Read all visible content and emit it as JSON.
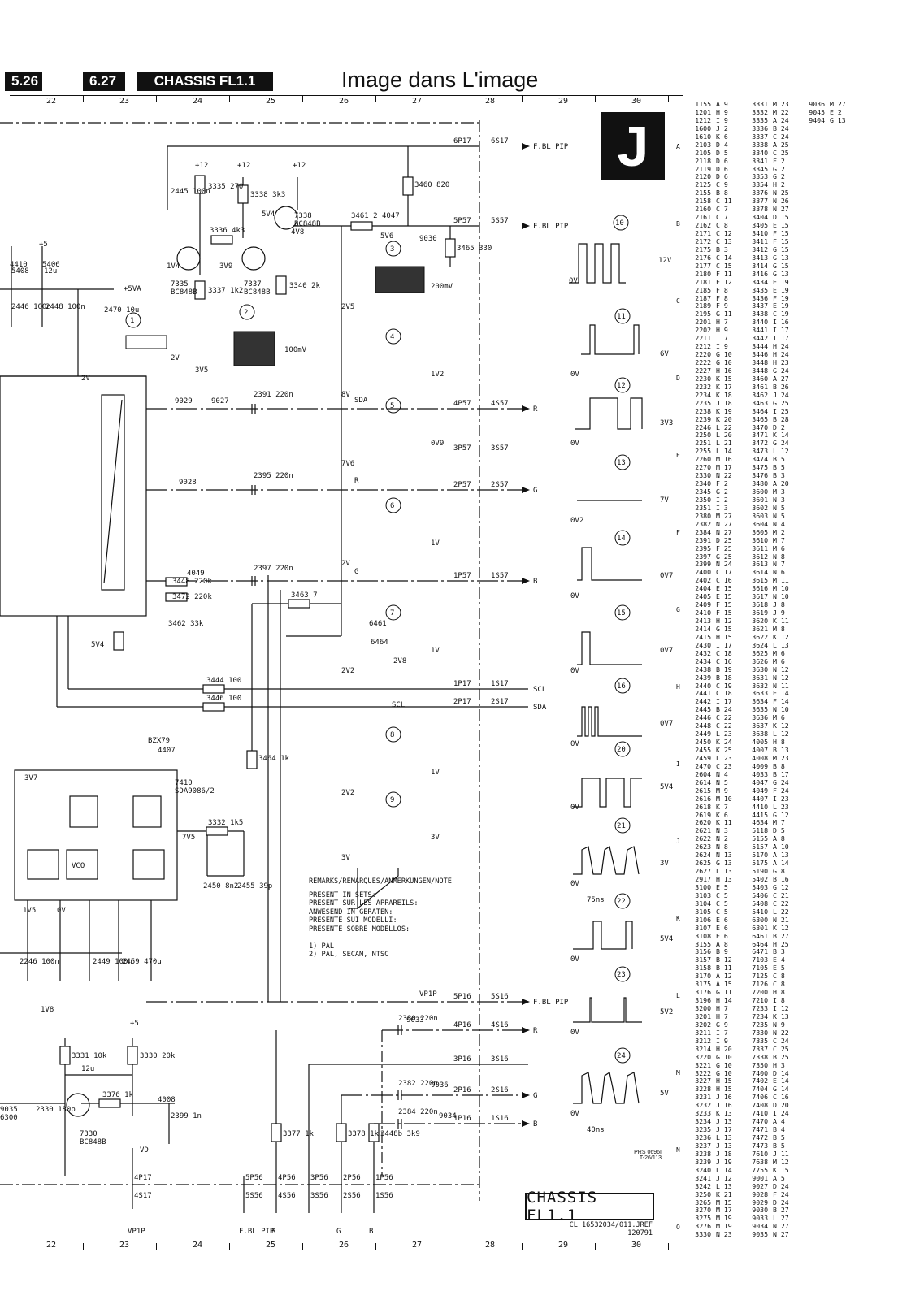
{
  "header": {
    "prev_page": "5.26",
    "page_num": "6.27",
    "chassis": "CHASSIS FL1.1",
    "title": "Image dans L'image"
  },
  "ruler_labels": [
    "22",
    "23",
    "24",
    "25",
    "26",
    "27",
    "28",
    "29",
    "30"
  ],
  "sheet_letter": "J",
  "components": {
    "transistors": [
      {
        "ref": "7335",
        "type": "BC848B"
      },
      {
        "ref": "7337",
        "type": "BC848B"
      },
      {
        "ref": "7338",
        "type": "BC848B"
      },
      {
        "ref": "7330",
        "type": "BC848B"
      }
    ],
    "ic": {
      "ref": "7410",
      "type": "SDA9086/2",
      "blocks": [
        "VCO"
      ]
    },
    "resistors": [
      {
        "ref": "3335",
        "value": "270"
      },
      {
        "ref": "3338",
        "value": "3k3"
      },
      {
        "ref": "3336",
        "value": "4k3"
      },
      {
        "ref": "3337",
        "value": "1k2"
      },
      {
        "ref": "3340",
        "value": "2k"
      },
      {
        "ref": "3460",
        "value": "820"
      },
      {
        "ref": "3461",
        "value": "2"
      },
      {
        "ref": "3465",
        "value": "330"
      },
      {
        "ref": "3448",
        "value": "220k"
      },
      {
        "ref": "3472",
        "value": "220k"
      },
      {
        "ref": "3463",
        "value": "7"
      },
      {
        "ref": "3444",
        "value": "100"
      },
      {
        "ref": "3446",
        "value": "100"
      },
      {
        "ref": "3464",
        "value": "1k"
      },
      {
        "ref": "3462",
        "value": "33k"
      },
      {
        "ref": "3332",
        "value": "1k5"
      },
      {
        "ref": "3331",
        "value": "10k"
      },
      {
        "ref": "3330",
        "value": "20k"
      },
      {
        "ref": "3376",
        "value": "1k"
      },
      {
        "ref": "3377",
        "value": "1k"
      },
      {
        "ref": "3378",
        "value": "1k"
      },
      {
        "ref": "3448b",
        "value": "3k9"
      }
    ],
    "capacitors": [
      {
        "ref": "2445",
        "value": "100n"
      },
      {
        "ref": "2446",
        "value": "100n"
      },
      {
        "ref": "2448",
        "value": "100n"
      },
      {
        "ref": "2470",
        "value": "10u"
      },
      {
        "ref": "2391",
        "value": "220n"
      },
      {
        "ref": "2395",
        "value": "220n"
      },
      {
        "ref": "2397",
        "value": "220n"
      },
      {
        "ref": "2450",
        "value": "8n2"
      },
      {
        "ref": "2455",
        "value": "39p"
      },
      {
        "ref": "2246",
        "value": "100n"
      },
      {
        "ref": "2449",
        "value": "100n"
      },
      {
        "ref": "2459",
        "value": "470u"
      },
      {
        "ref": "2330",
        "value": "180p"
      },
      {
        "ref": "2399",
        "value": "1n"
      },
      {
        "ref": "2380",
        "value": "220n"
      },
      {
        "ref": "2382",
        "value": "220n"
      },
      {
        "ref": "2384",
        "value": "220n"
      }
    ],
    "misc_labels": [
      "+12",
      "+12",
      "+12",
      "+5VA",
      "+5",
      "+5",
      "5V4",
      "4V8",
      "3V9",
      "1V4",
      "5V6",
      "9030",
      "9029",
      "9027",
      "9028",
      "4049",
      "4047",
      "6461",
      "6464",
      "BZX79",
      "4407",
      "1V8",
      "4410",
      "5406",
      "5408",
      "12u",
      "12u",
      "4008",
      "VD",
      "VP1P",
      "9033",
      "9036",
      "9034",
      "9035",
      "6300",
      "7V5",
      "3V7",
      "1V5",
      "0V",
      "5V4",
      "2V8",
      "SCL",
      "SDA",
      "R",
      "G",
      "B"
    ]
  },
  "connectors": {
    "right_top": [
      {
        "pin": "6P17",
        "plug": "6S17",
        "signal": "F.BL PIP"
      },
      {
        "pin": "5P57",
        "plug": "5S57",
        "signal": "F.BL PIP"
      },
      {
        "pin": "4P57",
        "plug": "4S57",
        "signal": "R"
      },
      {
        "pin": "3P57",
        "plug": "3S57",
        "signal": ""
      },
      {
        "pin": "2P57",
        "plug": "2S57",
        "signal": "G"
      },
      {
        "pin": "1P57",
        "plug": "1S57",
        "signal": "B"
      },
      {
        "pin": "1P17",
        "plug": "1S17",
        "signal": "SCL"
      },
      {
        "pin": "2P17",
        "plug": "2S17",
        "signal": "SDA"
      }
    ],
    "right_bottom": [
      {
        "pin": "5P16",
        "plug": "5S16",
        "signal": "F.BL PIP"
      },
      {
        "pin": "4P16",
        "plug": "4S16",
        "signal": "R"
      },
      {
        "pin": "3P16",
        "plug": "3S16",
        "signal": ""
      },
      {
        "pin": "2P16",
        "plug": "2S16",
        "signal": "G"
      },
      {
        "pin": "1P16",
        "plug": "1S16",
        "signal": "B"
      }
    ],
    "bottom": [
      {
        "pin": "4P17",
        "plug": "4S17",
        "signal": "VP1P"
      },
      {
        "pin": "5P56",
        "plug": "5S56",
        "signal": "F.BL PIP"
      },
      {
        "pin": "4P56",
        "plug": "4S56",
        "signal": "R"
      },
      {
        "pin": "3P56",
        "plug": "3S56",
        "signal": ""
      },
      {
        "pin": "2P56",
        "plug": "2S56",
        "signal": "G"
      },
      {
        "pin": "1P56",
        "plug": "1S56",
        "signal": "B"
      }
    ]
  },
  "waveforms": [
    {
      "id": "1",
      "amp": "2V",
      "base": "2V"
    },
    {
      "id": "2",
      "amp": "100mV",
      "base": "3V5"
    },
    {
      "id": "3",
      "amp": "200mV",
      "base": "2V5"
    },
    {
      "id": "4",
      "amp": "1V2",
      "base": "8V"
    },
    {
      "id": "5",
      "amp": "0V9",
      "base": "7V6"
    },
    {
      "id": "6",
      "amp": "1V",
      "base": "2V"
    },
    {
      "id": "7",
      "amp": "1V",
      "base": "2V2"
    },
    {
      "id": "8",
      "amp": "1V",
      "base": "2V2"
    },
    {
      "id": "9",
      "amp": "3V",
      "base": "3V"
    },
    {
      "id": "10",
      "amp": "12V",
      "base": "0V"
    },
    {
      "id": "11",
      "amp": "6V",
      "base": "0V"
    },
    {
      "id": "12",
      "amp": "3V3",
      "base": "0V"
    },
    {
      "id": "13",
      "amp": "7V",
      "base": "0V2"
    },
    {
      "id": "14",
      "amp": "0V7",
      "base": "0V"
    },
    {
      "id": "15",
      "amp": "0V7",
      "base": "0V"
    },
    {
      "id": "16",
      "amp": "0V7",
      "base": "0V"
    },
    {
      "id": "20",
      "amp": "5V4",
      "base": "0V"
    },
    {
      "id": "21",
      "amp": "3V",
      "base": "0V",
      "time": "75ns"
    },
    {
      "id": "22",
      "amp": "5V4",
      "base": "0V"
    },
    {
      "id": "23",
      "amp": "5V2",
      "base": "0V"
    },
    {
      "id": "24",
      "amp": "5V",
      "base": "0V",
      "time": "40ns"
    }
  ],
  "remarks": [
    "REMARKS/REMARQUES/ANMERKUNGEN/NOTE",
    "PRESENT IN SETS:",
    "PRESENT SUR LES APPAREILS:",
    "ANWESEND IN GERÄTEN:",
    "PRESENTE SUI MODELLI:",
    "PRESENTE SOBRE MODELLOS:",
    "",
    "1) PAL",
    "2) PAL, SECAM, NTSC"
  ],
  "stamp": "CHASSIS FL1.1",
  "doc_ref": [
    "CL 16532034/011.JREF",
    "120791"
  ],
  "prs_ref": [
    "PRS 0696I",
    "T-26/113"
  ],
  "index_row_letters": [
    "A",
    "B",
    "C",
    "D",
    "E",
    "F",
    "G",
    "H",
    "I",
    "J",
    "K",
    "L",
    "M",
    "N",
    "O"
  ],
  "index": [
    [
      "1155",
      "A 9"
    ],
    [
      "1201",
      "H 9"
    ],
    [
      "1212",
      "I 9"
    ],
    [
      "1600",
      "J 2"
    ],
    [
      "1610",
      "K 6"
    ],
    [
      "2103",
      "D 4"
    ],
    [
      "2105",
      "D 5"
    ],
    [
      "2118",
      "D 6"
    ],
    [
      "2119",
      "D 6"
    ],
    [
      "2120",
      "D 6"
    ],
    [
      "2125",
      "C 9"
    ],
    [
      "2155",
      "B 8"
    ],
    [
      "2158",
      "C 11"
    ],
    [
      "2160",
      "C 7"
    ],
    [
      "2161",
      "C 7"
    ],
    [
      "2162",
      "C 8"
    ],
    [
      "2171",
      "C 12"
    ],
    [
      "2172",
      "C 13"
    ],
    [
      "2175",
      "B 3"
    ],
    [
      "2176",
      "C 14"
    ],
    [
      "2177",
      "C 15"
    ],
    [
      "2180",
      "F 11"
    ],
    [
      "2181",
      "F 12"
    ],
    [
      "2185",
      "F 8"
    ],
    [
      "2187",
      "F 8"
    ],
    [
      "2189",
      "F 9"
    ],
    [
      "2195",
      "G 11"
    ],
    [
      "2201",
      "H 7"
    ],
    [
      "2202",
      "H 9"
    ],
    [
      "2211",
      "I 7"
    ],
    [
      "2212",
      "I 9"
    ],
    [
      "2220",
      "G 10"
    ],
    [
      "2222",
      "G 10"
    ],
    [
      "2227",
      "H 16"
    ],
    [
      "2230",
      "K 15"
    ],
    [
      "2232",
      "K 17"
    ],
    [
      "2234",
      "K 18"
    ],
    [
      "2235",
      "J 18"
    ],
    [
      "2238",
      "K 19"
    ],
    [
      "2239",
      "K 20"
    ],
    [
      "2246",
      "L 22"
    ],
    [
      "2250",
      "L 20"
    ],
    [
      "2251",
      "L 21"
    ],
    [
      "2255",
      "L 14"
    ],
    [
      "2260",
      "M 16"
    ],
    [
      "2270",
      "M 17"
    ],
    [
      "2330",
      "N 22"
    ],
    [
      "2340",
      "F 2"
    ],
    [
      "2345",
      "G 2"
    ],
    [
      "2350",
      "I 2"
    ],
    [
      "2351",
      "I 3"
    ],
    [
      "2380",
      "M 27"
    ],
    [
      "2382",
      "N 27"
    ],
    [
      "2384",
      "N 27"
    ],
    [
      "2391",
      "D 25"
    ],
    [
      "2395",
      "F 25"
    ],
    [
      "2397",
      "G 25"
    ],
    [
      "2399",
      "N 24"
    ],
    [
      "2400",
      "C 17"
    ],
    [
      "2402",
      "C 16"
    ],
    [
      "2404",
      "E 15"
    ],
    [
      "2405",
      "E 15"
    ],
    [
      "2409",
      "F 15"
    ],
    [
      "2410",
      "F 15"
    ],
    [
      "2413",
      "H 12"
    ],
    [
      "2414",
      "G 15"
    ],
    [
      "2415",
      "H 15"
    ],
    [
      "2430",
      "I 17"
    ],
    [
      "2432",
      "C 18"
    ],
    [
      "2434",
      "C 16"
    ],
    [
      "2438",
      "B 19"
    ],
    [
      "2439",
      "B 18"
    ],
    [
      "2440",
      "C 19"
    ],
    [
      "2441",
      "C 18"
    ],
    [
      "2442",
      "I 17"
    ],
    [
      "2445",
      "B 24"
    ],
    [
      "2446",
      "C 22"
    ],
    [
      "2448",
      "C 22"
    ],
    [
      "2449",
      "L 23"
    ],
    [
      "2450",
      "K 24"
    ],
    [
      "2455",
      "K 25"
    ],
    [
      "2459",
      "L 23"
    ],
    [
      "2470",
      "C 23"
    ],
    [
      "2604",
      "N 4"
    ],
    [
      "2614",
      "N 5"
    ],
    [
      "2615",
      "M 9"
    ],
    [
      "2616",
      "M 10"
    ],
    [
      "2618",
      "K 7"
    ],
    [
      "2619",
      "K 6"
    ],
    [
      "2620",
      "K 11"
    ],
    [
      "2621",
      "N 3"
    ],
    [
      "2622",
      "N 2"
    ],
    [
      "2623",
      "N 8"
    ],
    [
      "2624",
      "N 13"
    ],
    [
      "2625",
      "G 13"
    ],
    [
      "2627",
      "L 13"
    ],
    [
      "2917",
      "H 13"
    ],
    [
      "3100",
      "E 5"
    ],
    [
      "3103",
      "C 5"
    ],
    [
      "3104",
      "C 5"
    ],
    [
      "3105",
      "C 5"
    ],
    [
      "3106",
      "E 6"
    ],
    [
      "3107",
      "E 6"
    ],
    [
      "3108",
      "E 6"
    ],
    [
      "3155",
      "A 8"
    ],
    [
      "3156",
      "B 9"
    ],
    [
      "3157",
      "B 12"
    ],
    [
      "3158",
      "B 11"
    ],
    [
      "3170",
      "A 12"
    ],
    [
      "3175",
      "A 15"
    ],
    [
      "3176",
      "G 11"
    ],
    [
      "3196",
      "H 14"
    ],
    [
      "3200",
      "H 7"
    ],
    [
      "3201",
      "H 7"
    ],
    [
      "3202",
      "G 9"
    ],
    [
      "3211",
      "I 7"
    ],
    [
      "3212",
      "I 9"
    ],
    [
      "3214",
      "H 20"
    ],
    [
      "3220",
      "G 10"
    ],
    [
      "3221",
      "G 10"
    ],
    [
      "3222",
      "G 10"
    ],
    [
      "3227",
      "H 15"
    ],
    [
      "3228",
      "H 15"
    ],
    [
      "3231",
      "J 16"
    ],
    [
      "3232",
      "J 16"
    ],
    [
      "3233",
      "K 13"
    ],
    [
      "3234",
      "J 13"
    ],
    [
      "3235",
      "J 17"
    ],
    [
      "3236",
      "L 13"
    ],
    [
      "3237",
      "J 13"
    ],
    [
      "3238",
      "J 18"
    ],
    [
      "3239",
      "J 19"
    ],
    [
      "3240",
      "L 14"
    ],
    [
      "3241",
      "J 12"
    ],
    [
      "3242",
      "L 13"
    ],
    [
      "3250",
      "K 21"
    ],
    [
      "3265",
      "M 15"
    ],
    [
      "3270",
      "M 17"
    ],
    [
      "3275",
      "M 19"
    ],
    [
      "3276",
      "M 19"
    ],
    [
      "3330",
      "N 23"
    ],
    [
      "3331",
      "M 23"
    ],
    [
      "3332",
      "M 22"
    ],
    [
      "3335",
      "A 24"
    ],
    [
      "3336",
      "B 24"
    ],
    [
      "3337",
      "C 24"
    ],
    [
      "3338",
      "A 25"
    ],
    [
      "3340",
      "C 25"
    ],
    [
      "3341",
      "F 2"
    ],
    [
      "3345",
      "G 2"
    ],
    [
      "3353",
      "G 2"
    ],
    [
      "3354",
      "H 2"
    ],
    [
      "3376",
      "N 25"
    ],
    [
      "3377",
      "N 26"
    ],
    [
      "3378",
      "N 27"
    ],
    [
      "3404",
      "D 15"
    ],
    [
      "3405",
      "E 15"
    ],
    [
      "3410",
      "F 15"
    ],
    [
      "3411",
      "F 15"
    ],
    [
      "3412",
      "G 15"
    ],
    [
      "3413",
      "G 13"
    ],
    [
      "3414",
      "G 15"
    ],
    [
      "3416",
      "G 13"
    ],
    [
      "3434",
      "E 19"
    ],
    [
      "3435",
      "E 19"
    ],
    [
      "3436",
      "F 19"
    ],
    [
      "3437",
      "E 19"
    ],
    [
      "3438",
      "C 19"
    ],
    [
      "3440",
      "I 16"
    ],
    [
      "3441",
      "I 17"
    ],
    [
      "3442",
      "I 17"
    ],
    [
      "3444",
      "H 24"
    ],
    [
      "3446",
      "H 24"
    ],
    [
      "3448",
      "H 23"
    ],
    [
      "3448",
      "G 24"
    ],
    [
      "3460",
      "A 27"
    ],
    [
      "3461",
      "B 26"
    ],
    [
      "3462",
      "J 24"
    ],
    [
      "3463",
      "G 25"
    ],
    [
      "3464",
      "I 25"
    ],
    [
      "3465",
      "B 28"
    ],
    [
      "3470",
      "D 2"
    ],
    [
      "3471",
      "K 14"
    ],
    [
      "3472",
      "G 24"
    ],
    [
      "3473",
      "L 12"
    ],
    [
      "3474",
      "B 5"
    ],
    [
      "3475",
      "B 5"
    ],
    [
      "3476",
      "B 3"
    ],
    [
      "3480",
      "A 20"
    ],
    [
      "3600",
      "M 3"
    ],
    [
      "3601",
      "N 3"
    ],
    [
      "3602",
      "N 5"
    ],
    [
      "3603",
      "N 5"
    ],
    [
      "3604",
      "N 4"
    ],
    [
      "3605",
      "M 2"
    ],
    [
      "3610",
      "M 7"
    ],
    [
      "3611",
      "M 6"
    ],
    [
      "3612",
      "N 8"
    ],
    [
      "3613",
      "N 7"
    ],
    [
      "3614",
      "N 6"
    ],
    [
      "3615",
      "M 11"
    ],
    [
      "3616",
      "M 10"
    ],
    [
      "3617",
      "N 10"
    ],
    [
      "3618",
      "J 8"
    ],
    [
      "3619",
      "J 9"
    ],
    [
      "3620",
      "K 11"
    ],
    [
      "3621",
      "M 8"
    ],
    [
      "3622",
      "K 12"
    ],
    [
      "3624",
      "L 13"
    ],
    [
      "3625",
      "M 6"
    ],
    [
      "3626",
      "M 6"
    ],
    [
      "3630",
      "N 12"
    ],
    [
      "3631",
      "N 12"
    ],
    [
      "3632",
      "N 11"
    ],
    [
      "3633",
      "E 14"
    ],
    [
      "3634",
      "F 14"
    ],
    [
      "3635",
      "N 10"
    ],
    [
      "3636",
      "M 6"
    ],
    [
      "3637",
      "K 12"
    ],
    [
      "3638",
      "L 12"
    ],
    [
      "4005",
      "H 8"
    ],
    [
      "4007",
      "B 13"
    ],
    [
      "4008",
      "M 23"
    ],
    [
      "4009",
      "B 8"
    ],
    [
      "4033",
      "B 17"
    ],
    [
      "4047",
      "G 24"
    ],
    [
      "4049",
      "F 24"
    ],
    [
      "4407",
      "I 23"
    ],
    [
      "4410",
      "L 23"
    ],
    [
      "4415",
      "G 12"
    ],
    [
      "4634",
      "M 7"
    ],
    [
      "5118",
      "D 5"
    ],
    [
      "5155",
      "A 8"
    ],
    [
      "5157",
      "A 10"
    ],
    [
      "5170",
      "A 13"
    ],
    [
      "5175",
      "A 14"
    ],
    [
      "5190",
      "G 8"
    ],
    [
      "5402",
      "B 16"
    ],
    [
      "5403",
      "G 12"
    ],
    [
      "5406",
      "C 21"
    ],
    [
      "5408",
      "C 22"
    ],
    [
      "5410",
      "L 22"
    ],
    [
      "6300",
      "N 21"
    ],
    [
      "6301",
      "K 12"
    ],
    [
      "6461",
      "B 27"
    ],
    [
      "6464",
      "H 25"
    ],
    [
      "6471",
      "B 3"
    ],
    [
      "7103",
      "E 4"
    ],
    [
      "7105",
      "E 5"
    ],
    [
      "7125",
      "C 8"
    ],
    [
      "7126",
      "C 8"
    ],
    [
      "7200",
      "H 8"
    ],
    [
      "7210",
      "I 8"
    ],
    [
      "7233",
      "I 12"
    ],
    [
      "7234",
      "K 13"
    ],
    [
      "7235",
      "N 9"
    ],
    [
      "7330",
      "N 22"
    ],
    [
      "7335",
      "C 24"
    ],
    [
      "7337",
      "C 25"
    ],
    [
      "7338",
      "B 25"
    ],
    [
      "7350",
      "H 3"
    ],
    [
      "7400",
      "D 14"
    ],
    [
      "7402",
      "E 14"
    ],
    [
      "7404",
      "G 14"
    ],
    [
      "7406",
      "C 16"
    ],
    [
      "7408",
      "D 20"
    ],
    [
      "7410",
      "I 24"
    ],
    [
      "7470",
      "A 4"
    ],
    [
      "7471",
      "B 4"
    ],
    [
      "7472",
      "B 5"
    ],
    [
      "7473",
      "B 5"
    ],
    [
      "7610",
      "J 11"
    ],
    [
      "7638",
      "M 12"
    ],
    [
      "7755",
      "K 15"
    ],
    [
      "9001",
      "A 5"
    ],
    [
      "9027",
      "D 24"
    ],
    [
      "9028",
      "F 24"
    ],
    [
      "9029",
      "D 24"
    ],
    [
      "9030",
      "B 27"
    ],
    [
      "9033",
      "L 27"
    ],
    [
      "9034",
      "N 27"
    ],
    [
      "9035",
      "N 27"
    ],
    [
      "9036",
      "M 27"
    ],
    [
      "9045",
      "E 2"
    ],
    [
      "9404",
      "G 13"
    ]
  ]
}
